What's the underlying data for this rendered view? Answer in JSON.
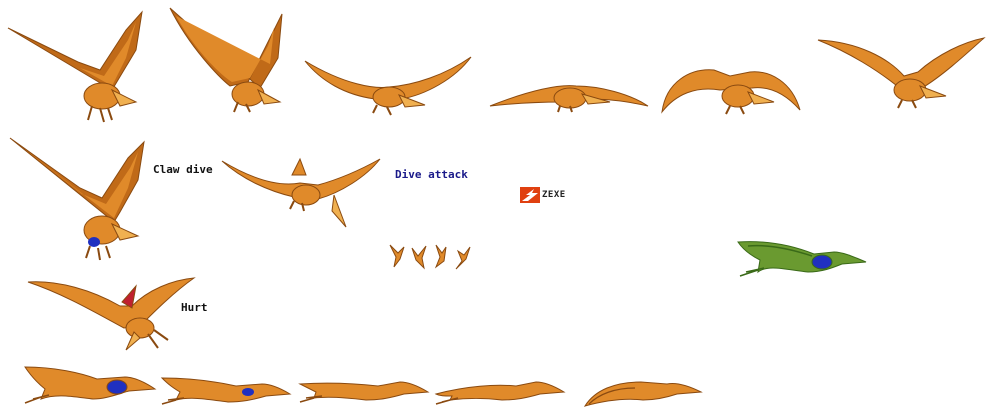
{
  "labels": {
    "claw_dive": "Claw dive",
    "dive_attack": "Dive attack",
    "hurt": "Hurt"
  },
  "credit": {
    "text": "ZEXE",
    "badge_color": "#e04010"
  },
  "colors": {
    "body": "#e08a2a",
    "body_light": "#f0b050",
    "outline": "#8a4a10",
    "wing_dark": "#c06a18",
    "blue_accent": "#2030c0",
    "green_body": "#6a9a30",
    "green_dark": "#3a6a18"
  }
}
